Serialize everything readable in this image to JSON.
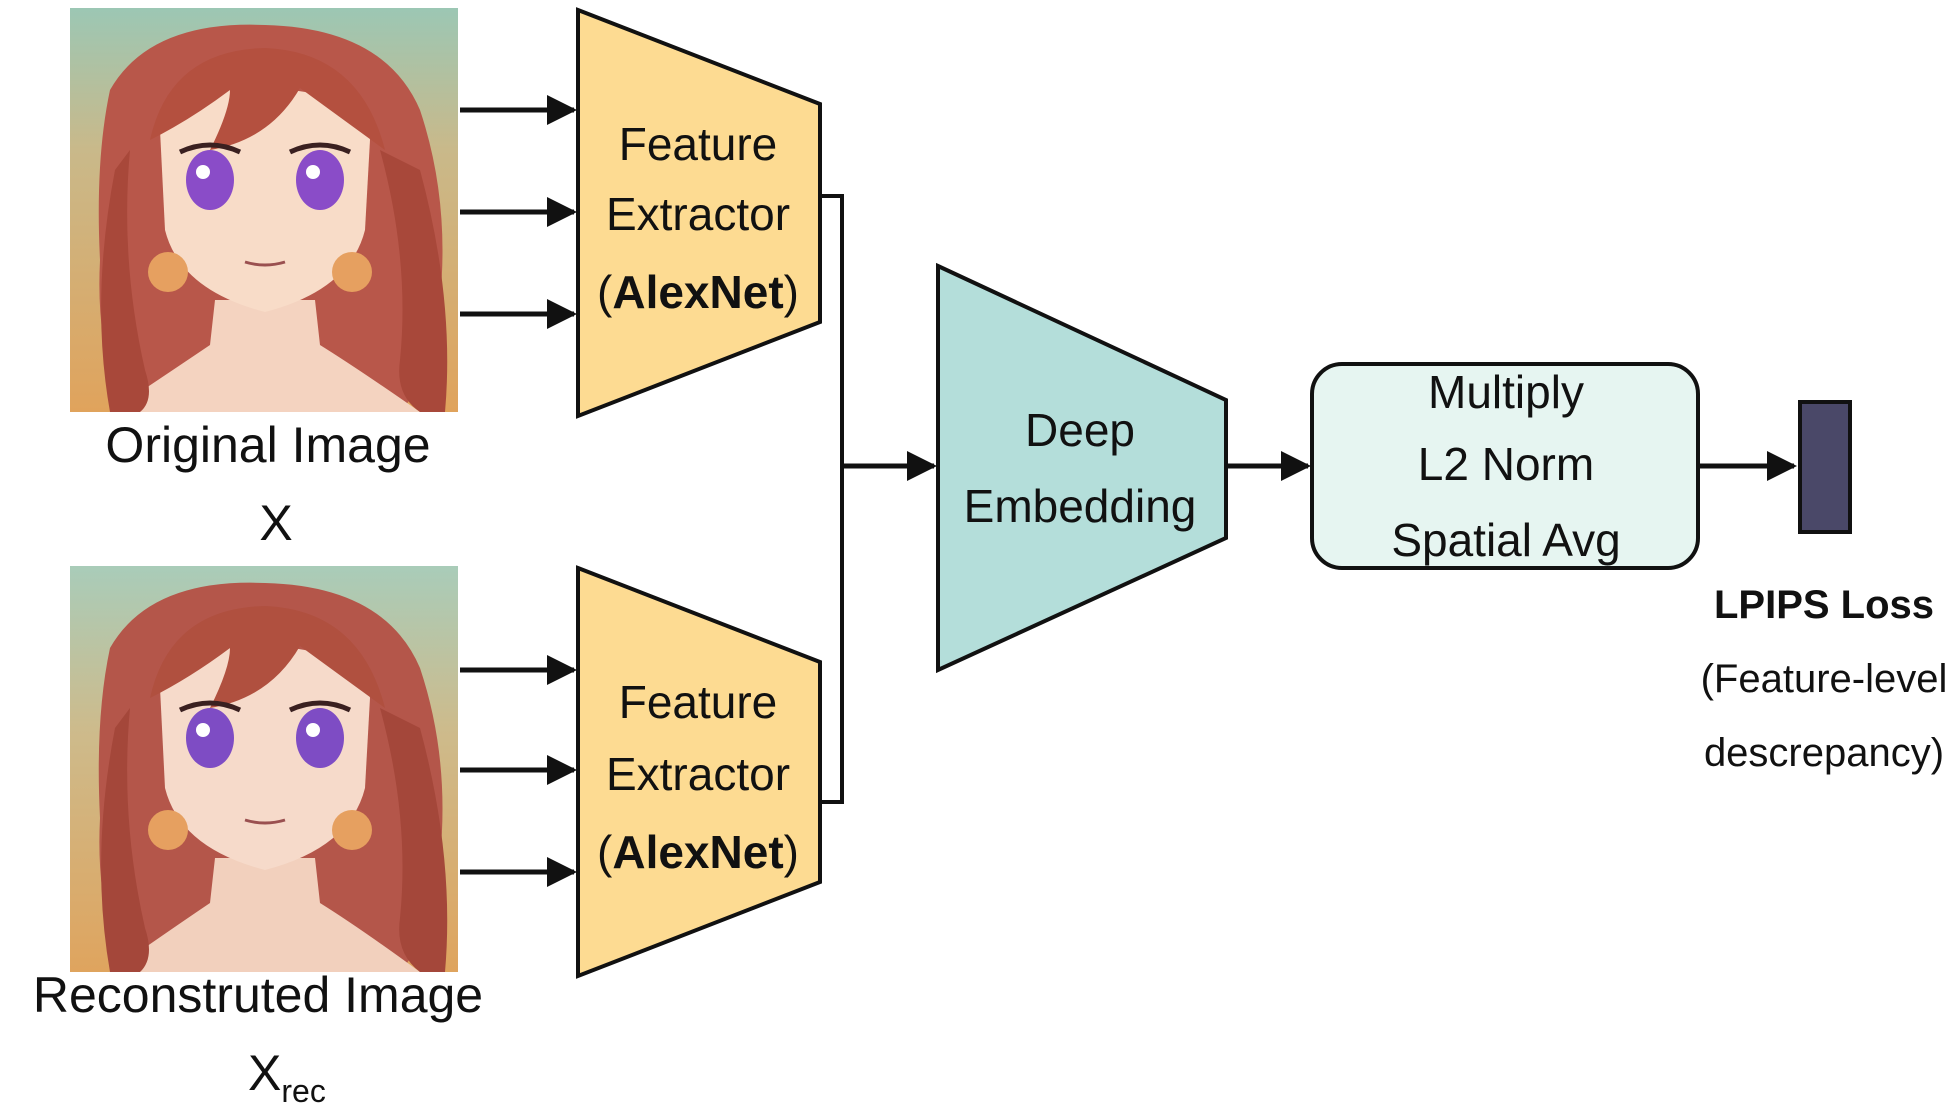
{
  "original": {
    "caption": "Original Image",
    "symbol": "X"
  },
  "reconstructed": {
    "caption": "Reconstruted Image",
    "symbol_base": "X",
    "symbol_sub": "rec"
  },
  "extractor_top": {
    "line1": "Feature",
    "line2": "Extractor",
    "paren_open": "(",
    "model": "AlexNet",
    "paren_close": ")"
  },
  "extractor_bottom": {
    "line1": "Feature",
    "line2": "Extractor",
    "paren_open": "(",
    "model": "AlexNet",
    "paren_close": ")"
  },
  "embedding": {
    "line1": "Deep",
    "line2": "Embedding"
  },
  "ops": {
    "line1": "Multiply",
    "line2": "L2 Norm",
    "line3": "Spatial Avg"
  },
  "output": {
    "title": "LPIPS Loss",
    "line1": "(Feature-level",
    "line2": "descrepancy)"
  },
  "colors": {
    "extractor_fill": "#FDDB92",
    "embedding_fill": "#B4DEDA",
    "ops_fill": "#E6F5F1",
    "output_fill": "#4A4868",
    "stroke": "#111111",
    "skin": "#F8DCC8",
    "hair": "#B8574A",
    "eye": "#8A4CC8",
    "earring": "#E6A060"
  }
}
